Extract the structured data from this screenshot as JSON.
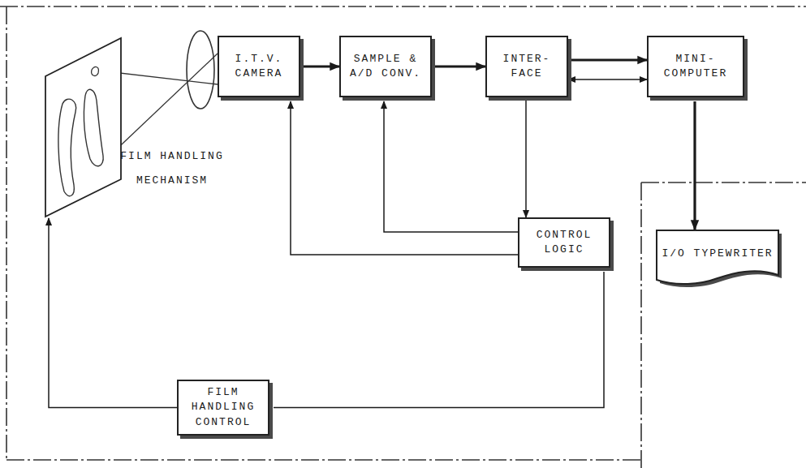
{
  "diagram": {
    "nodes": [
      {
        "text": [
          "FILM HANDLING MECHANISM"
        ]
      },
      {
        "text": [
          "I.T.V. CAMERA"
        ]
      },
      {
        "text": [
          "SAMPLE & A/D CONV."
        ]
      },
      {
        "text": [
          "INTER- FACE"
        ]
      },
      {
        "text": [
          "MINI- COMPUTER"
        ]
      },
      {
        "text": [
          "CONTROL LOGIC"
        ]
      },
      {
        "text": [
          "I/O TYPEWRITER"
        ]
      },
      {
        "text": [
          "FILM HANDLING CONTROL"
        ]
      }
    ],
    "edges": [
      {
        "from": 1,
        "to": 2,
        "arrow": "to"
      },
      {
        "from": 2,
        "to": 3,
        "arrow": "to"
      },
      {
        "from": 3,
        "to": 4,
        "arrow": "to"
      },
      {
        "from": 3,
        "to": 4,
        "arrow": "both"
      },
      {
        "from": 3,
        "to": 5,
        "arrow": "to"
      },
      {
        "from": 5,
        "to": 2,
        "arrow": "to"
      },
      {
        "from": 5,
        "to": 1,
        "arrow": "to"
      },
      {
        "from": 4,
        "to": 6,
        "arrow": "to"
      },
      {
        "from": 5,
        "to": 7,
        "arrow": "none"
      },
      {
        "from": 7,
        "to": 0,
        "arrow": "to"
      }
    ]
  }
}
